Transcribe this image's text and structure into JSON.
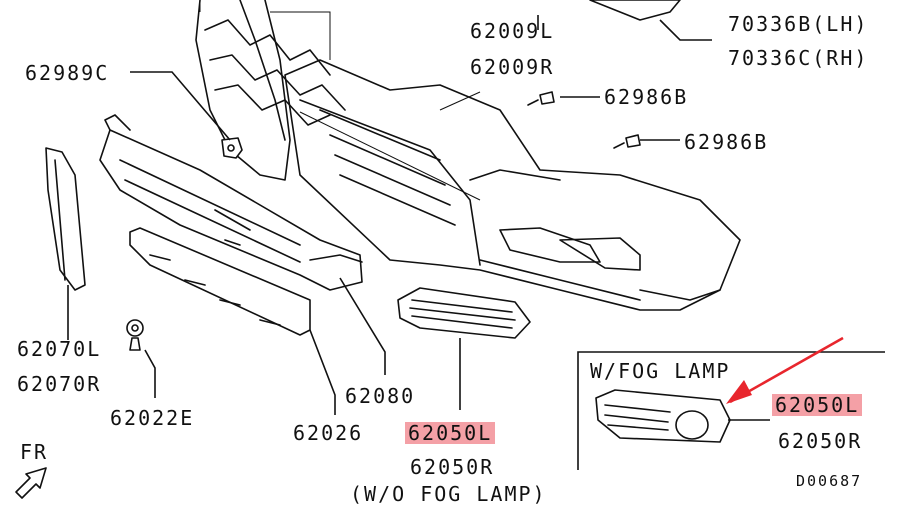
{
  "accent_color": "#f4a0a6",
  "arrow_color": "#e8262d",
  "labels": {
    "p62009l": "62009L",
    "p62009r": "62009R",
    "p70336b": "70336B(LH)",
    "p70336c": "70336C(RH)",
    "p62989c": "62989C",
    "p62986b_1": "62986B",
    "p62986b_2": "62986B",
    "p62070l": "62070L",
    "p62070r": "62070R",
    "p62022e": "62022E",
    "p62080": "62080",
    "p62026": "62026",
    "p62050l_main": "62050L",
    "p62050r_main": "62050R",
    "wo_fog": "(W/O FOG LAMP)",
    "w_fog": "W/FOG LAMP",
    "p62050l_inset": "62050L",
    "p62050r_inset": "62050R",
    "fr": "FR",
    "code": "D00687"
  },
  "icons": [
    "front-direction-arrow-icon",
    "callout-arrow-icon"
  ]
}
